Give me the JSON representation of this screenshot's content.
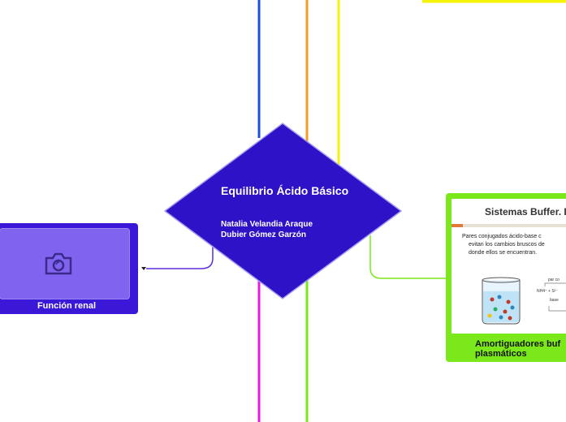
{
  "central": {
    "title": "Equilibrio Ácido Básico",
    "authors": [
      "Natalia Velandia Araque",
      "Dubier Gómez Garzón"
    ],
    "color": "#2e12c8"
  },
  "branches": [
    {
      "label": "Función renal",
      "color": "#3b17d8",
      "image_icon": "camera-icon"
    },
    {
      "label": "Amortiguadores buf plasmáticos",
      "label_lines": [
        "Amortiguadores buf",
        "plasmáticos"
      ],
      "color": "#7ae81a",
      "image": {
        "title": "Sistemas Buffer. I",
        "text_lines": [
          "Pares   conjugados   ácido-base   c",
          "evitan  los  cambios  bruscos  de",
          "donde ellos se encuentran."
        ],
        "diagram_label_1": "par co",
        "diagram_label_2": "NH4⁺ + S²⁻",
        "diagram_label_3": "base"
      }
    }
  ],
  "connector_colors": {
    "blue": "#1a4fe0",
    "orange": "#f59a23",
    "yellow": "#f5f20a",
    "magenta": "#e81ae0",
    "green": "#7ae81a",
    "purple": "#5b2fd8"
  }
}
